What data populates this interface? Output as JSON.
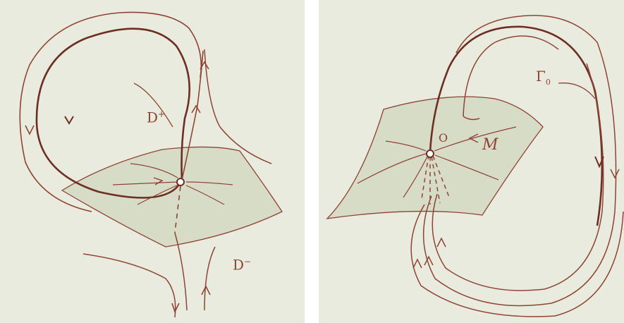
{
  "colors": {
    "paper": "#e9ebdf",
    "paper_shade": "#dfe3d2",
    "ink": "#8f4433",
    "ink_dark": "#6e2e22",
    "surface_fill": "#d6dcc6"
  },
  "left_figure": {
    "label_d_plus_main": "D",
    "label_d_plus_sup": "+",
    "label_d_minus_main": "D",
    "label_d_minus_sup": "−"
  },
  "right_figure": {
    "label_gamma_main": "Γ",
    "label_gamma_sub": "0",
    "label_o": "O",
    "label_manifold": "M"
  }
}
